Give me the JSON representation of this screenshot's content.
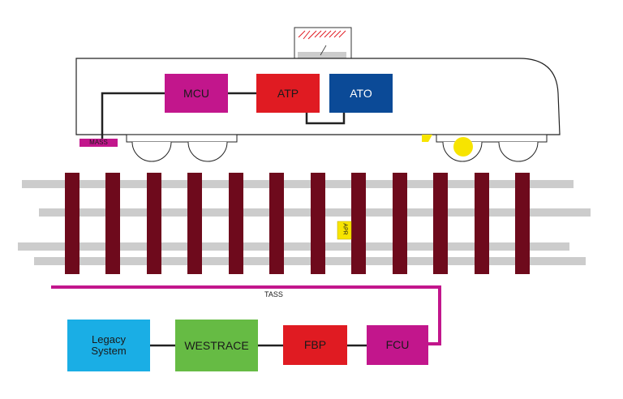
{
  "colors": {
    "mcu": "#c2168c",
    "atp": "#e01b22",
    "ato": "#0b4a97",
    "legacy": "#1aaee5",
    "westrace": "#66bb44",
    "fbp": "#e01b22",
    "fcu": "#c2168c",
    "tass_line": "#c2168c",
    "rail": "#cccccc",
    "sleeper": "#6e0a1c",
    "apr": "#f7e400",
    "mass": "#c2168c",
    "wheel_yellow": "#f7e400"
  },
  "train": {
    "mcu_label": "MCU",
    "atp_label": "ATP",
    "ato_label": "ATO",
    "mass_label": "MASS"
  },
  "track": {
    "apr_label": "APR",
    "tass_label": "TASS"
  },
  "wayside": {
    "legacy_label": "Legacy\nSystem",
    "westrace_label": "WESTRACE",
    "fbp_label": "FBP",
    "fcu_label": "FCU"
  }
}
